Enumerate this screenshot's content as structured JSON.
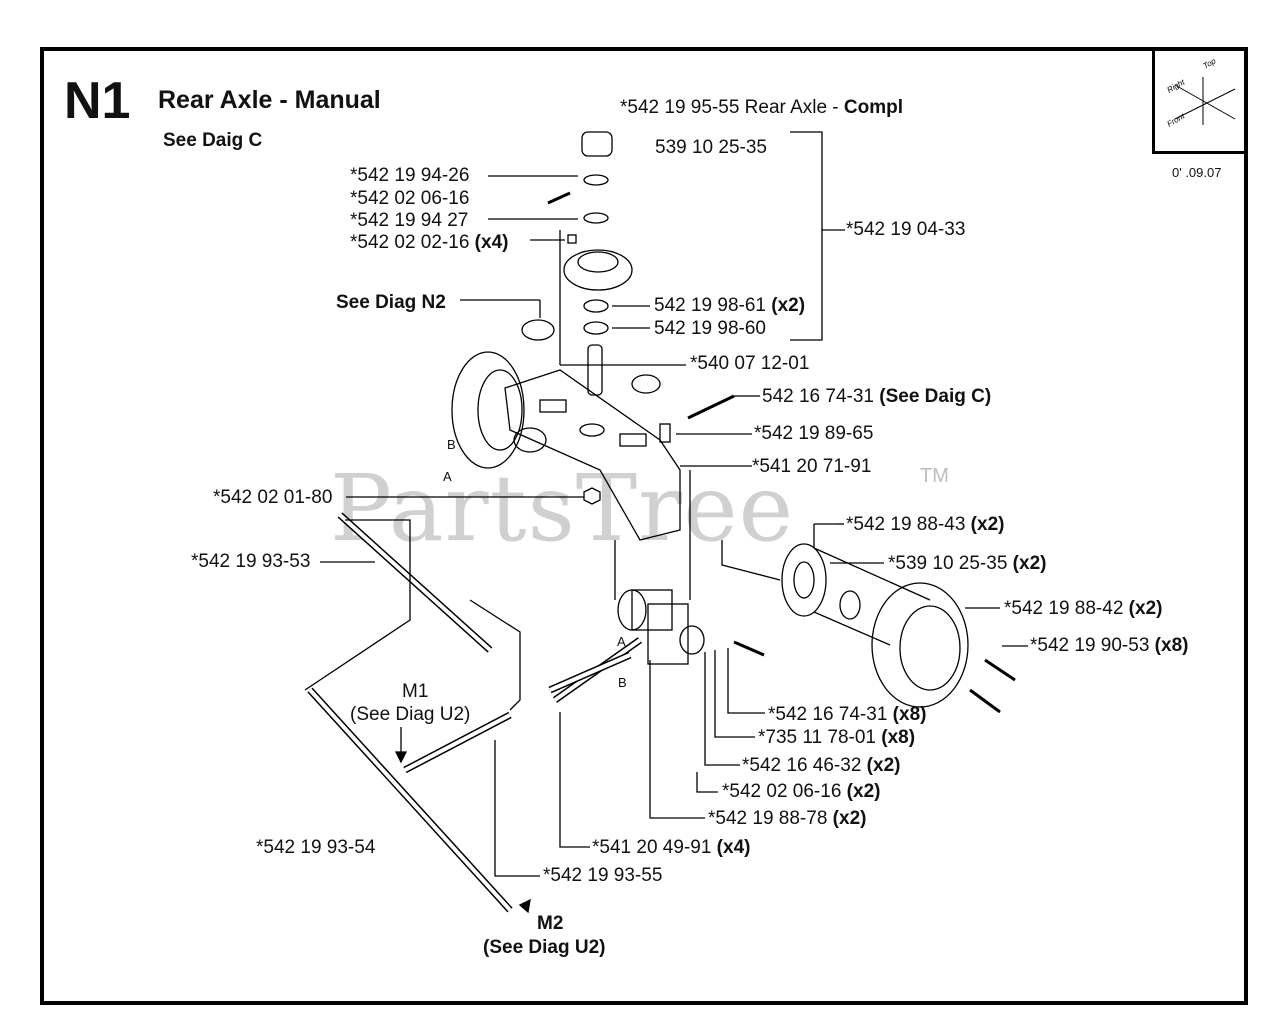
{
  "header": {
    "code": "N1",
    "title": "Rear Axle - Manual",
    "see": "See Daig C",
    "assembly_num": "*542 19 95-55 Rear Axle - ",
    "assembly_bold": "Compl",
    "date_code": "0' .09.07"
  },
  "orientation": {
    "top": "Top",
    "right": "Right",
    "front": "Front"
  },
  "watermark": {
    "text": "PartsTree",
    "tm": "TM"
  },
  "labels": [
    {
      "id": "l1",
      "num": "539 10 25-35",
      "qty": ""
    },
    {
      "id": "l2",
      "num": "*542 19 94-26",
      "qty": ""
    },
    {
      "id": "l3",
      "num": "*542 02 06-16",
      "qty": ""
    },
    {
      "id": "l4",
      "num": "*542 19 94 27",
      "qty": ""
    },
    {
      "id": "l5",
      "num": "*542 02 02-16 ",
      "qty": "(x4)"
    },
    {
      "id": "l6",
      "num": "*542 19 04-33",
      "qty": ""
    },
    {
      "id": "l7",
      "num": "See Diag N2",
      "qty": ""
    },
    {
      "id": "l8",
      "num": "542 19 98-61 ",
      "qty": "(x2)"
    },
    {
      "id": "l9",
      "num": "542 19 98-60",
      "qty": ""
    },
    {
      "id": "l10",
      "num": "*540 07 12-01",
      "qty": ""
    },
    {
      "id": "l11",
      "num": "542 16 74-31 ",
      "qty": "(See Daig C)"
    },
    {
      "id": "l12",
      "num": "*542 19 89-65",
      "qty": ""
    },
    {
      "id": "l13",
      "num": "*541 20 71-91",
      "qty": ""
    },
    {
      "id": "l14",
      "num": "*542 02 01-80",
      "qty": ""
    },
    {
      "id": "l15",
      "num": "*542 19 88-43 ",
      "qty": "(x2)"
    },
    {
      "id": "l16",
      "num": "*542 19 93-53",
      "qty": ""
    },
    {
      "id": "l17",
      "num": "*539 10 25-35 ",
      "qty": "(x2)"
    },
    {
      "id": "l18",
      "num": "*542 19 88-42 ",
      "qty": "(x2)"
    },
    {
      "id": "l19",
      "num": "*542 19 90-53 ",
      "qty": "(x8)"
    },
    {
      "id": "l20",
      "num": "*542 16 74-31 ",
      "qty": "(x8)"
    },
    {
      "id": "l21",
      "num": "*735 11 78-01 ",
      "qty": "(x8)"
    },
    {
      "id": "l22",
      "num": "*542 16 46-32 ",
      "qty": "(x2)"
    },
    {
      "id": "l23",
      "num": "*542 02 06-16 ",
      "qty": "(x2)"
    },
    {
      "id": "l24",
      "num": "*542 19 88-78 ",
      "qty": "(x2)"
    },
    {
      "id": "l25",
      "num": "*542 19 93-54",
      "qty": ""
    },
    {
      "id": "l26",
      "num": "*541 20 49-91 ",
      "qty": "(x4)"
    },
    {
      "id": "l27",
      "num": "*542 19 93-55",
      "qty": ""
    }
  ],
  "callouts": {
    "m1": "M1",
    "m1_see": "(See Diag U2)",
    "m2": "M2",
    "m2_see": "(See Diag U2)",
    "a1": "A",
    "b1": "B",
    "a2": "A",
    "b2": "B"
  }
}
